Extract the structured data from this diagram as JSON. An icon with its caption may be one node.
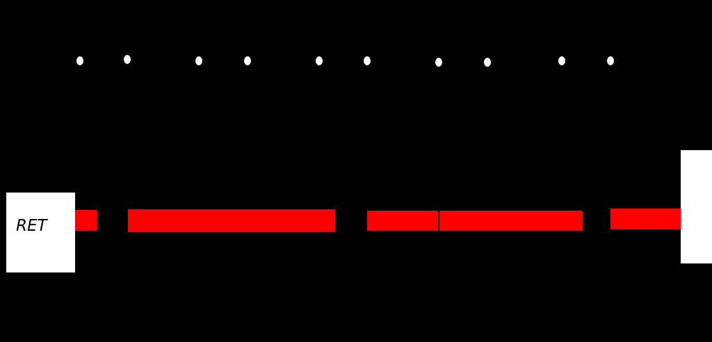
{
  "diagram": {
    "nodes": [
      {
        "text": [
          "RET"
        ]
      },
      {
        "text": [],
        "shape": "bar"
      },
      {
        "text": [],
        "shape": "bar"
      },
      {
        "text": [],
        "shape": "bar"
      },
      {
        "text": [],
        "shape": "bar"
      },
      {
        "text": [],
        "shape": "bar"
      },
      {
        "text": [],
        "shape": "box"
      }
    ]
  }
}
